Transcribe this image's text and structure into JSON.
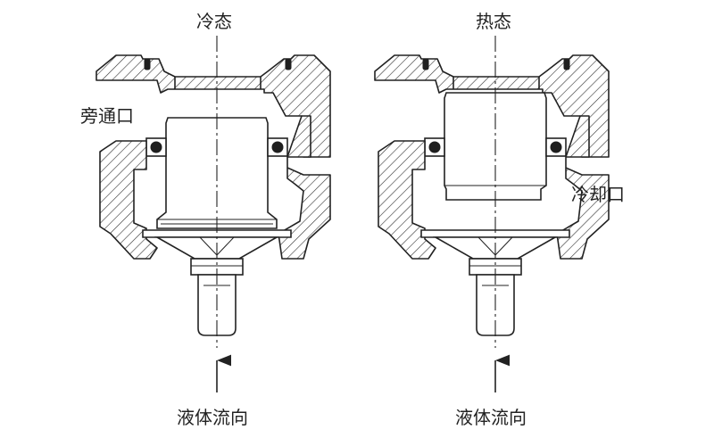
{
  "diagram": {
    "left_title": "冷态",
    "right_title": "热态",
    "bypass_port_label": "旁通口",
    "cooling_port_label": "冷却口",
    "flow_left_label": "液体流向",
    "flow_right_label": "液体流向",
    "colors": {
      "line": "#222222",
      "background": "#ffffff"
    }
  }
}
